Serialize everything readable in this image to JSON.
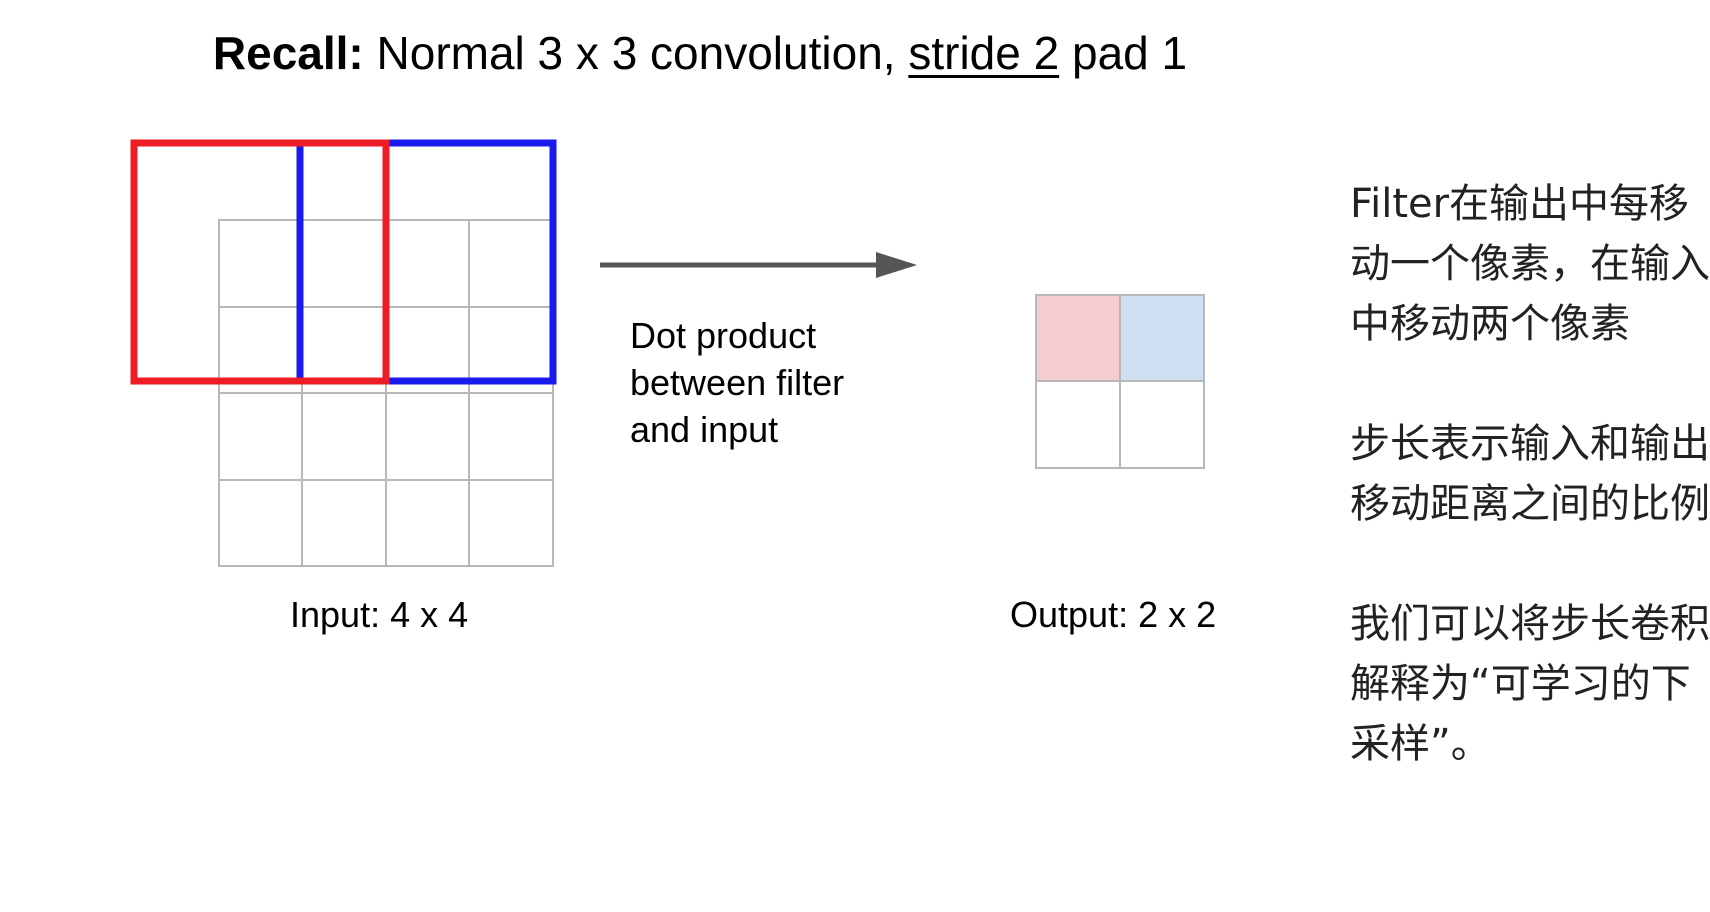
{
  "title": {
    "bold": "Recall:",
    "pre": " Normal 3 x 3 convolution, ",
    "underlined": "stride 2",
    "post": " pad 1"
  },
  "input_label": "Input: 4 x 4",
  "output_label": "Output: 2 x 2",
  "dot_product_label": [
    "Dot product",
    "between filter",
    "and input"
  ],
  "side_text": [
    "Filter在输出中每移动一个像素，在输入中移动两个像素",
    "步长表示输入和输出移动距离之间的比例",
    "我们可以将步长卷积解释为“可学习的下采样”。"
  ],
  "colors": {
    "red_filter": "#ee1c24",
    "blue_filter": "#1a1aee",
    "output_red_cell": "#f3cdd0",
    "output_blue_cell": "#cfdff2",
    "grid": "#b8b8b8",
    "arrow": "#555555"
  },
  "input_grid": {
    "rows": 4,
    "cols": 4
  },
  "output_grid": {
    "rows": 2,
    "cols": 2
  }
}
